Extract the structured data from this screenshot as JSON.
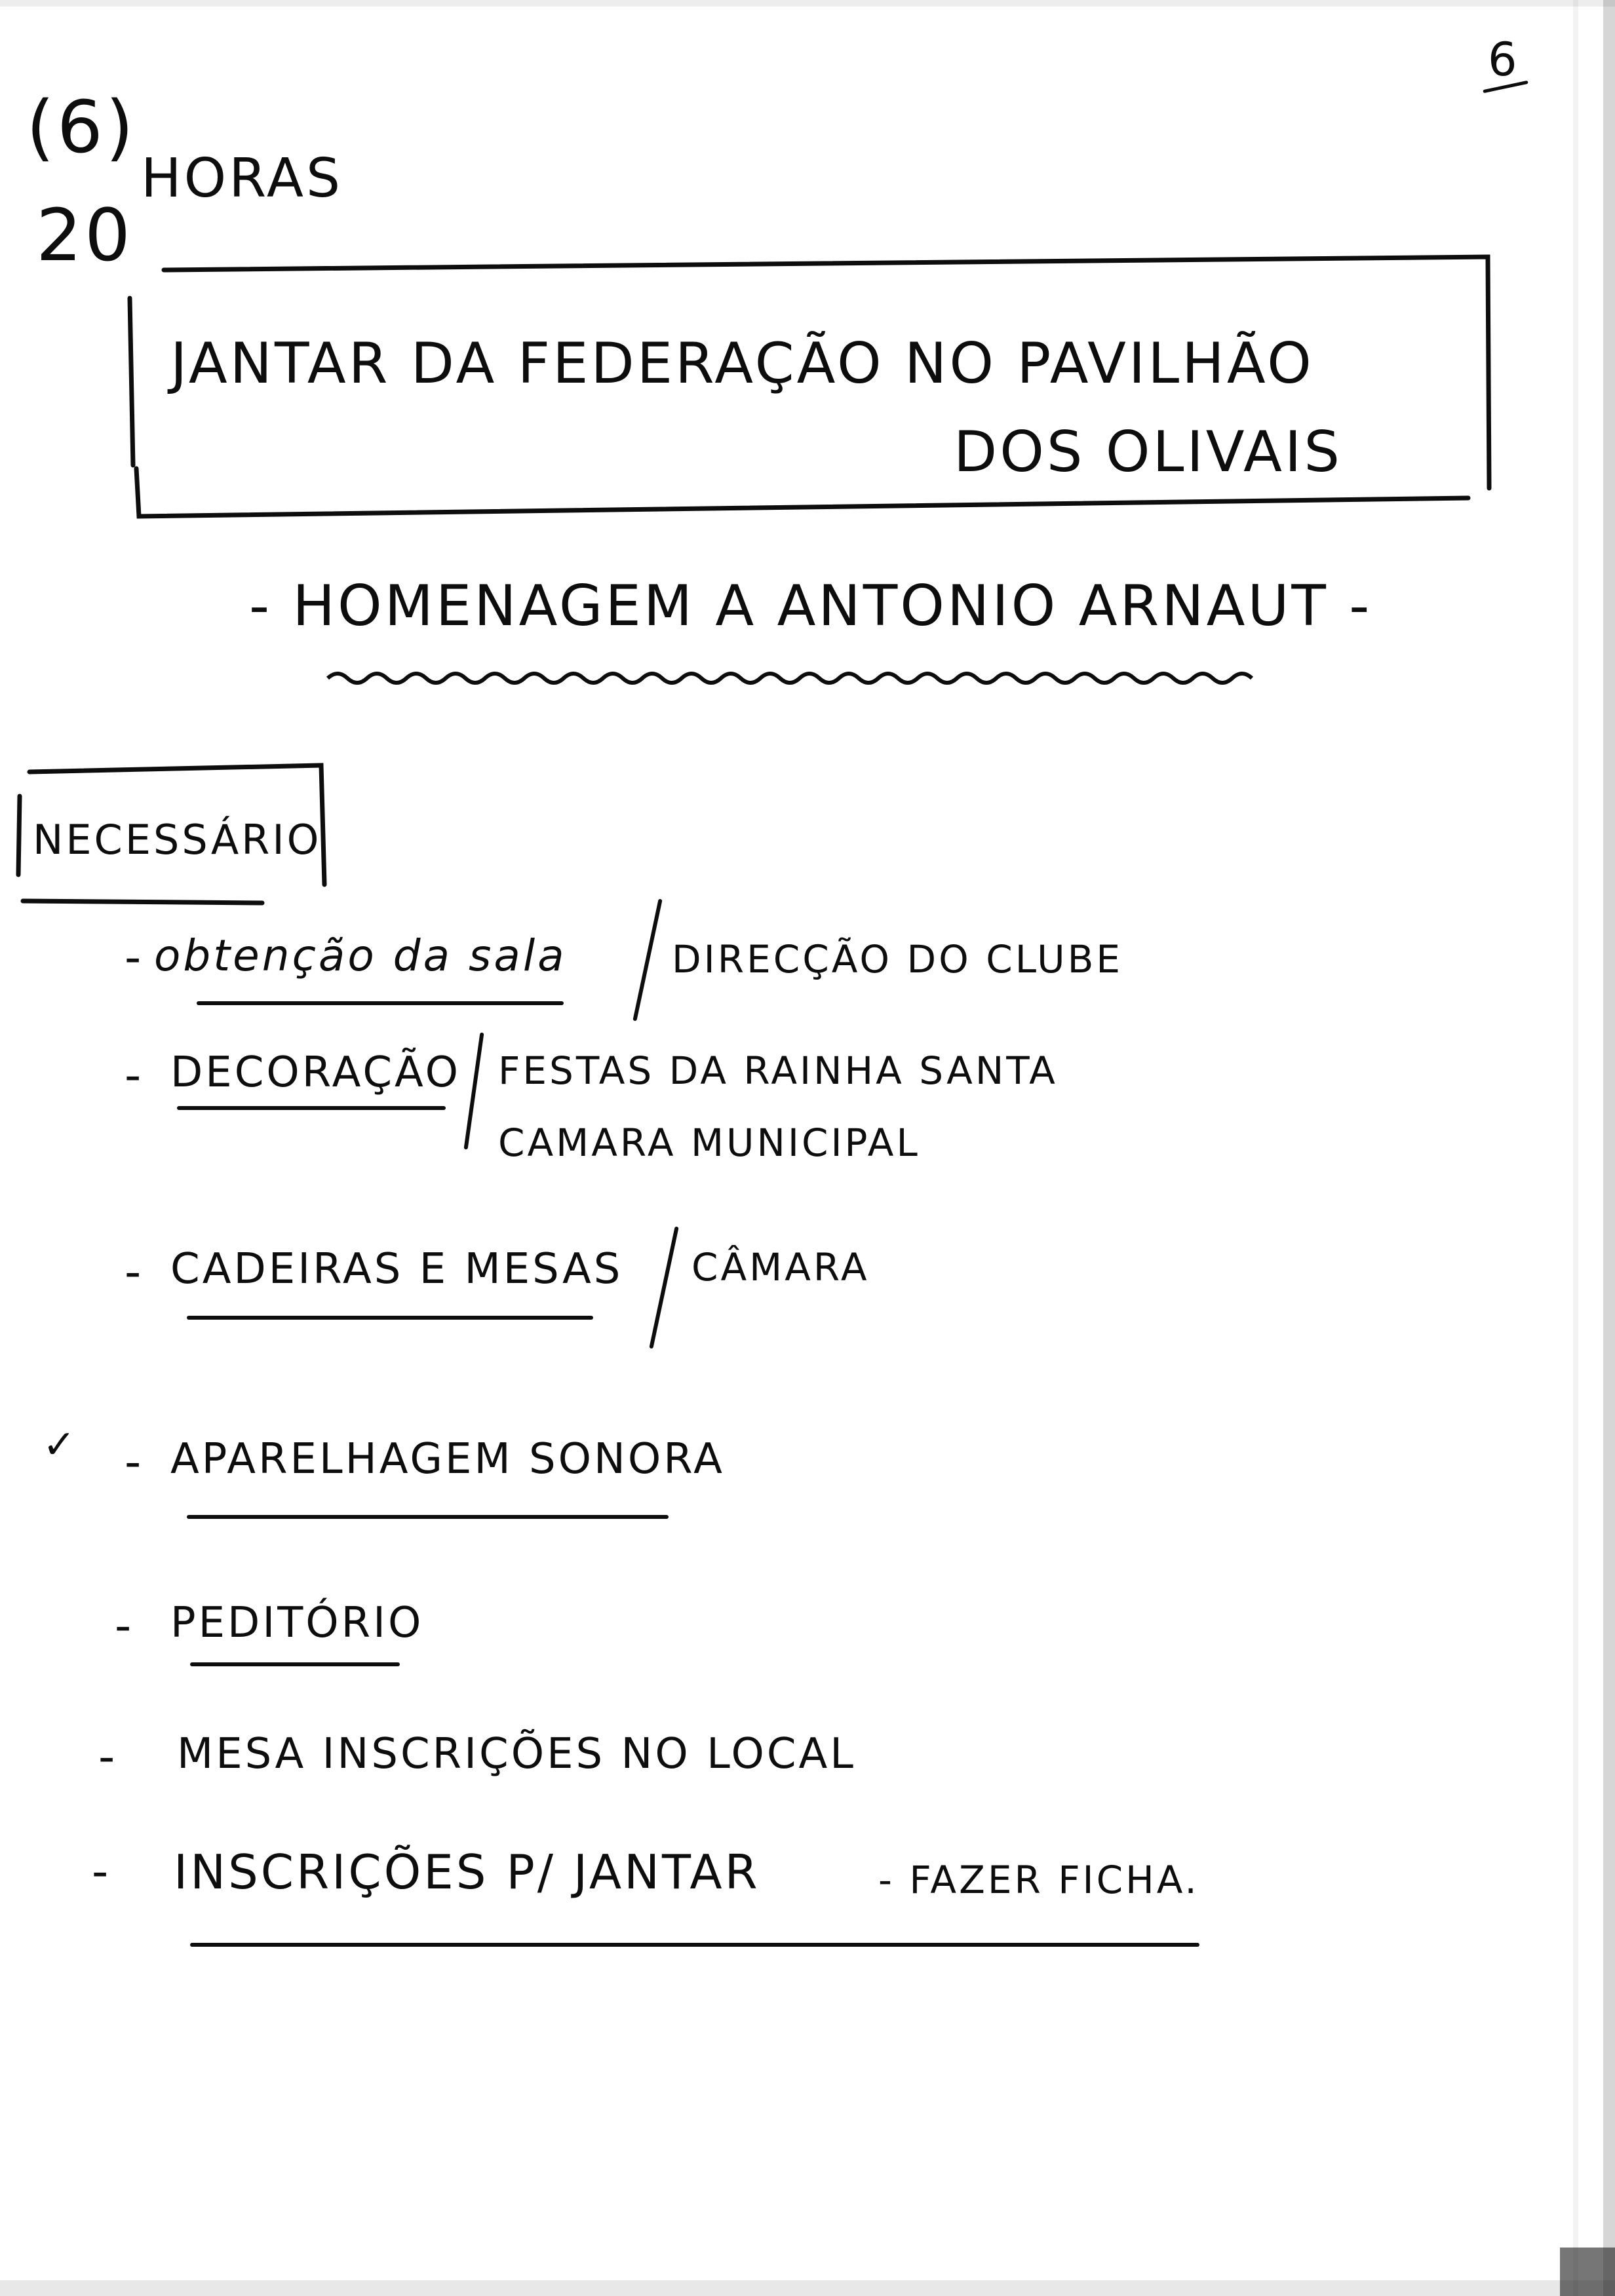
{
  "header": {
    "sheet_number": "6",
    "item_number": "(6)",
    "hour": "20",
    "hours_label": "HORAS"
  },
  "event": {
    "title_line1": "JANTAR DA FEDERAÇÃO NO PAVILHÃO",
    "title_line2": "DOS OLIVAIS",
    "subtitle": "- HOMENAGEM A ANTONIO ARNAUT -"
  },
  "needed": {
    "label": "NECESSÁRIO",
    "items": [
      {
        "dash": "-",
        "task": "obtenção da sala",
        "note_lines": [
          "DIRECÇÃO DO CLUBE"
        ]
      },
      {
        "dash": "-",
        "task": "DECORAÇÃO",
        "note_lines": [
          "FESTAS DA RAINHA SANTA",
          "CAMARA MUNICIPAL"
        ]
      },
      {
        "dash": "-",
        "task": "CADEIRAS E MESAS",
        "note_lines": [
          "CÂMARA"
        ]
      },
      {
        "dash": "-",
        "task": "APARELHAGEM SONORA",
        "note_lines": []
      },
      {
        "dash": "-",
        "task": "PEDITÓRIO",
        "note_lines": []
      },
      {
        "dash": "-",
        "task": "MESA INSCRIÇÕES NO LOCAL",
        "note_lines": []
      },
      {
        "dash": "-",
        "task": "INSCRIÇÕES P/ JANTAR",
        "note_lines": [
          "- FAZER FICHA."
        ]
      }
    ]
  },
  "margin_mark": "✓"
}
